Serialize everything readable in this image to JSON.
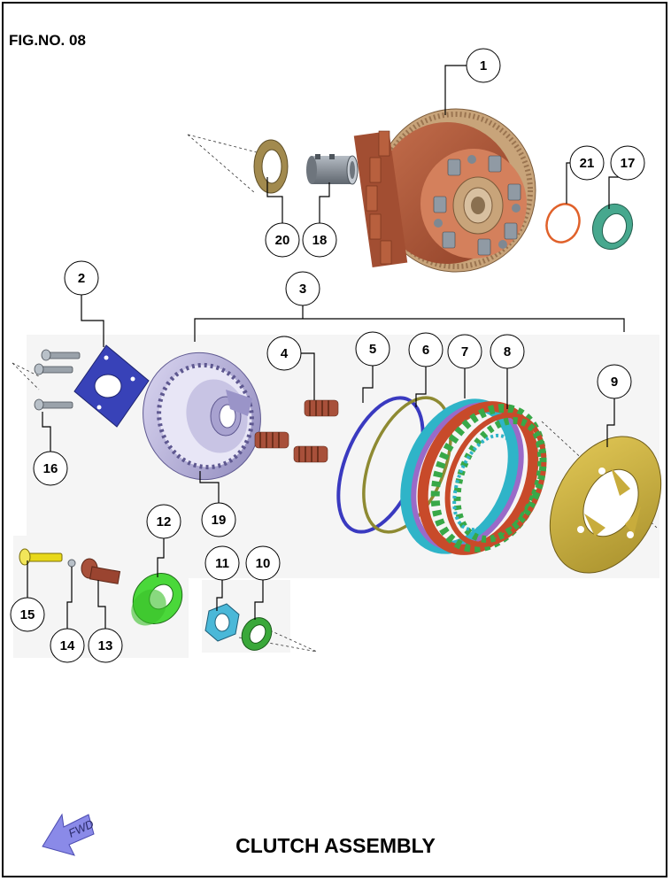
{
  "figure": {
    "label": "FIG.NO. 08",
    "title": "CLUTCH ASSEMBLY",
    "fwd_label": "FWD"
  },
  "callouts": [
    "1",
    "2",
    "3",
    "4",
    "5",
    "6",
    "7",
    "8",
    "9",
    "10",
    "11",
    "12",
    "13",
    "14",
    "15",
    "16",
    "17",
    "18",
    "19",
    "20",
    "21"
  ],
  "colors": {
    "housing": "#b0583a",
    "housing_gear": "#c8a47a",
    "gray_bushing": "#8a919a",
    "tan_washer": "#a28a4e",
    "orange_oring": "#e0612a",
    "teal_ring": "#47a88e",
    "blue_plate": "#3842b8",
    "hub_lavender": "#b8b4dc",
    "springs": "#a8503a",
    "ring_blue": "#3a3ac0",
    "ring_olive": "#8e8a32",
    "plates_teal": "#2fb4c8",
    "plates_red": "#c84a2a",
    "plates_green": "#38a848",
    "pressure_plate": "#c8ac3c",
    "bearing_green": "#4ad83a",
    "nut_cyan": "#4ab8d8",
    "washer_green": "#3aa83a",
    "rod_yellow": "#e8d81a",
    "fwd_arrow": "#8a8ae8"
  }
}
